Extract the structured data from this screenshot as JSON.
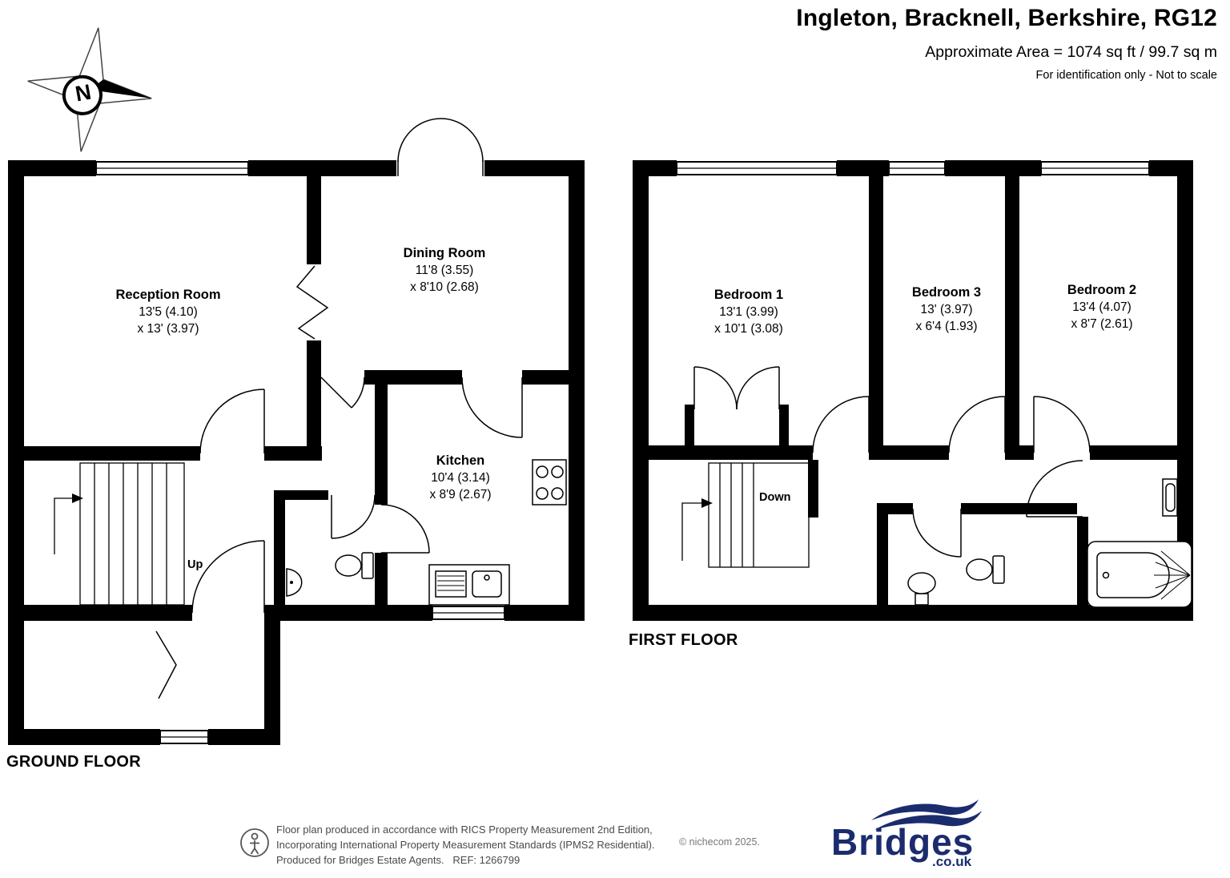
{
  "header": {
    "title": "Ingleton, Bracknell, Berkshire, RG12",
    "area": "Approximate Area = 1074 sq ft / 99.7 sq m",
    "disclaimer": "For identification only - Not to scale"
  },
  "compass": {
    "label": "N"
  },
  "ground_floor": {
    "label": "GROUND FLOOR",
    "stairs_label": "Up",
    "rooms": {
      "reception": {
        "name": "Reception Room",
        "dim1": "13'5 (4.10)",
        "dim2": "x 13' (3.97)"
      },
      "dining": {
        "name": "Dining Room",
        "dim1": "11'8 (3.55)",
        "dim2": "x 8'10 (2.68)"
      },
      "kitchen": {
        "name": "Kitchen",
        "dim1": "10'4 (3.14)",
        "dim2": "x 8'9 (2.67)"
      }
    }
  },
  "first_floor": {
    "label": "FIRST FLOOR",
    "stairs_label": "Down",
    "rooms": {
      "bedroom1": {
        "name": "Bedroom 1",
        "dim1": "13'1 (3.99)",
        "dim2": "x 10'1 (3.08)"
      },
      "bedroom3": {
        "name": "Bedroom 3",
        "dim1": "13' (3.97)",
        "dim2": "x 6'4 (1.93)"
      },
      "bedroom2": {
        "name": "Bedroom 2",
        "dim1": "13'4 (4.07)",
        "dim2": "x 8'7 (2.61)"
      }
    }
  },
  "footer": {
    "line1": "Floor plan produced in accordance with RICS Property Measurement 2nd Edition,",
    "line2": "Incorporating International Property Measurement Standards (IPMS2 Residential).",
    "line3": "Produced for Bridges Estate Agents.   REF: 1266799",
    "copyright": "© nichecom 2025.",
    "logo": {
      "name": "Bridges",
      "suffix": ".co.uk"
    }
  },
  "colors": {
    "wall": "#000000",
    "logo_navy": "#1b2c6e"
  }
}
